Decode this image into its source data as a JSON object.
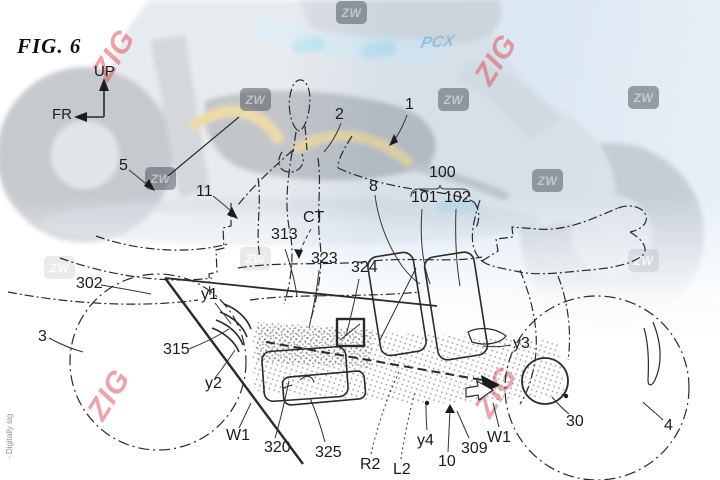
{
  "figure": {
    "title": "FIG. 6",
    "signature_fragment": "- Digitally sig",
    "orientation": {
      "up": "UP",
      "front": "FR"
    }
  },
  "photo": {
    "model_logo": "PCX"
  },
  "watermarks": {
    "zig": "ZIG",
    "zw": "ZW"
  },
  "colors": {
    "line": "#2a2a2a",
    "zig_red": "#de4852",
    "sky_blue": "#dce8f3",
    "logo_blue": "#85b8dd"
  },
  "labels": {
    "n1": "1",
    "n2": "2",
    "n3": "3",
    "n4": "4",
    "n5": "5",
    "n8": "8",
    "n10": "10",
    "n11": "11",
    "n30": "30",
    "n100": "100",
    "n101": "101",
    "n102": "102",
    "n302": "302",
    "n309": "309",
    "n313": "313",
    "n315": "315",
    "n320": "320",
    "n323": "323",
    "n324": "324",
    "n325": "325",
    "ct": "CT",
    "y1": "y1",
    "y2": "y2",
    "y3": "y3",
    "y4": "y4",
    "w1_left": "W1",
    "w1_right": "W1",
    "r2": "R2",
    "l2": "L2"
  }
}
